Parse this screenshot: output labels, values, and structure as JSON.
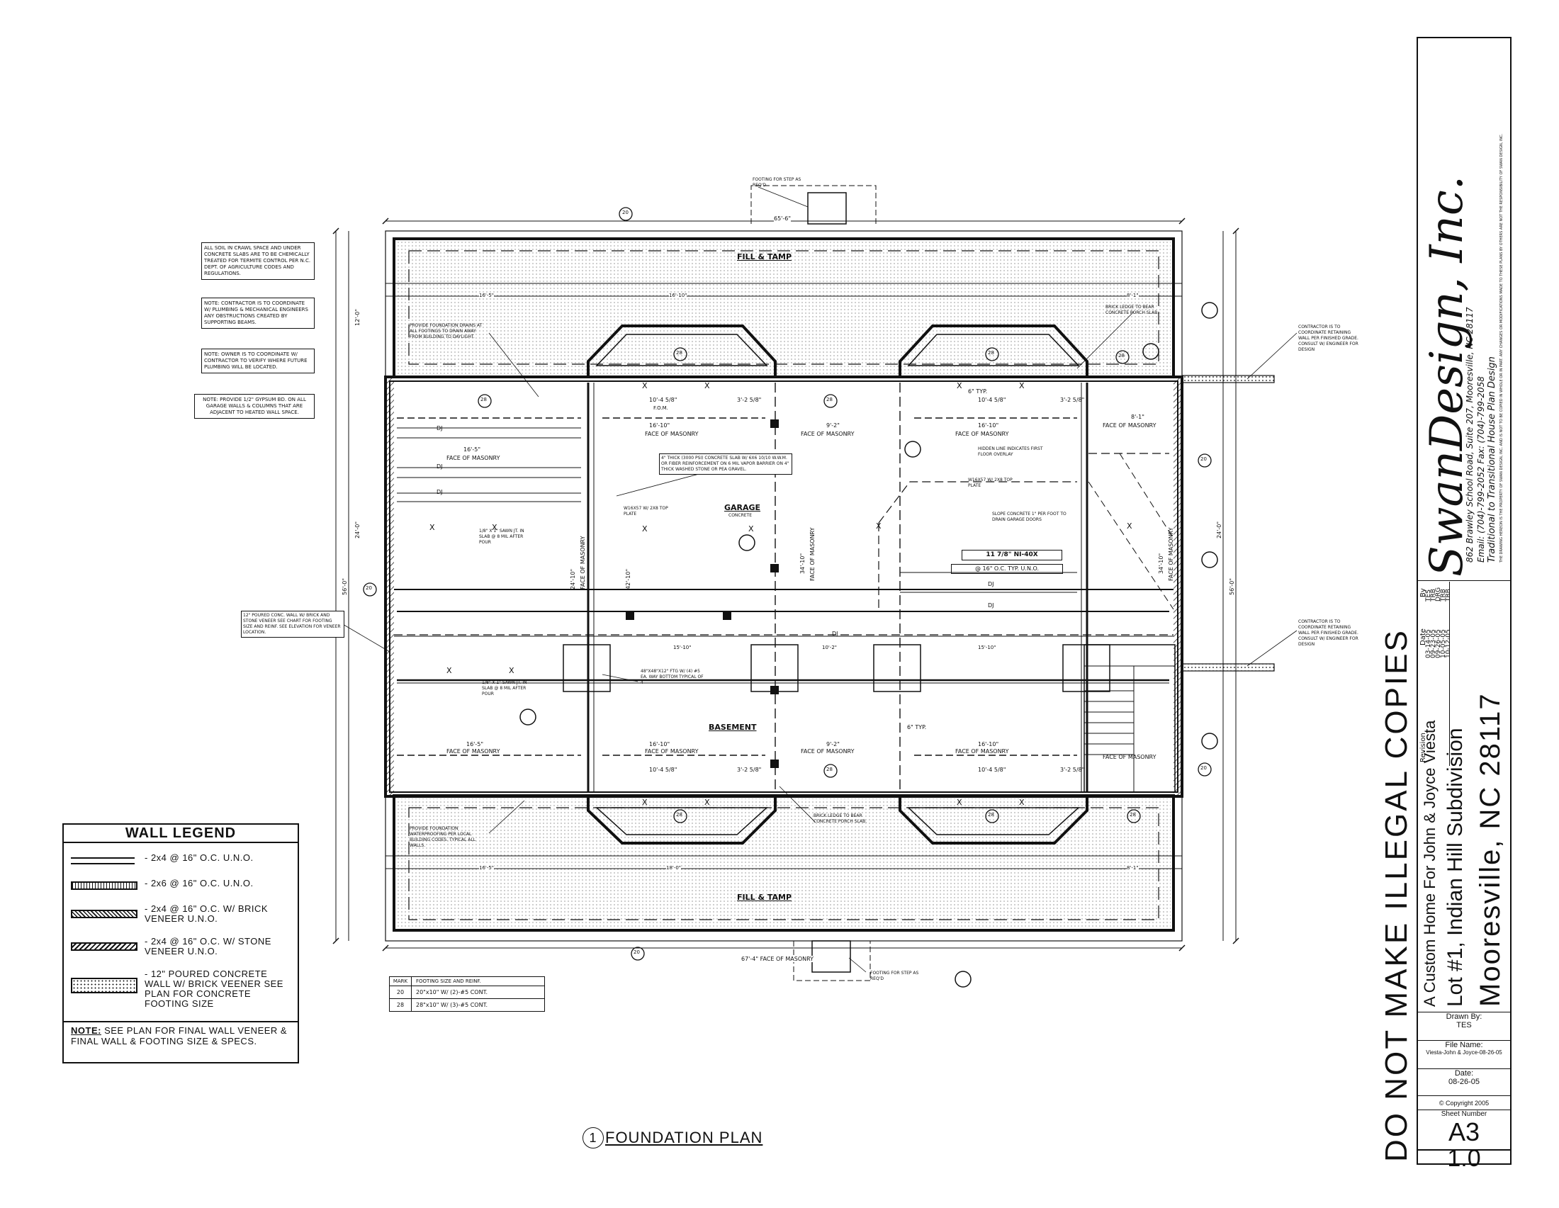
{
  "drawing": {
    "title_number": "1",
    "title_text": "FOUNDATION PLAN",
    "fill_tamp": "FILL & TAMP",
    "garage_label": "GARAGE",
    "garage_sub": "CONCRETE",
    "basement_label": "BASEMENT",
    "face_of_masonry": "FACE OF MASONRY",
    "top_dimension": "65'-6\"",
    "bottom_dimension": "67'-4\" FACE OF MASONRY",
    "overall_left": "56'-0\"",
    "overall_right": "56'-0\"",
    "dims": [
      "16'-5\"",
      "16'-10\"",
      "9'-2\"",
      "16'-10\"",
      "8'-1\"",
      "10'-4 5/8\"",
      "3'-2 5/8\"",
      "F.O.M.",
      "34'-10\"",
      "42'-10\"",
      "24'-10\"",
      "6\" TYP.",
      "15'-10\"",
      "10'-2\"",
      "18'-0\"",
      "12'-0\"",
      "24'-0\""
    ],
    "joist_label": "11 7/8\" NI-40X",
    "joist_spacing": "@ 16\" O.C. TYP. U.N.O.",
    "dj": "DJ",
    "x": "X",
    "top_plate_note": "W16x57 W/ 2x8 TOP PLATE",
    "mark_20": "20",
    "mark_28": "28",
    "notes_slab": "4\" THICK (3000 PSI) CONCRETE SLAB W/ 6x6 10/10 W.W.M. OR FIBER REINFORCEMENT ON 6 MIL VAPOR BARRIER ON 4\" THICK WASHED STONE OR PEA GRAVEL.",
    "note_drains": "PROVIDE FOUNDATION DRAINS AT ALL FOOTINGS TO DRAIN AWAY FROM BUILDING TO DAYLIGHT.",
    "note_brick_ledge": "BRICK LEDGE TO BEAR CONCRETE PORCH SLAB.",
    "note_hidden": "HIDDEN LINE INDICATES FIRST FLOOR OVERLAY",
    "note_slope": "SLOPE CONCRETE 1\" PER FOOT TO DRAIN GARAGE DOORS",
    "note_retaining_top": "CONTRACTOR IS TO COORDINATE RETAINING WALL PER FINISHED GRADE. CONSULT W/ ENGINEER FOR DESIGN",
    "note_retaining_bottom": "CONTRACTOR IS TO COORDINATE RETAINING WALL PER FINISHED GRADE. CONSULT W/ ENGINEER FOR DESIGN",
    "note_waterproof": "PROVIDE FOUNDATION WATERPROOFING PER LOCAL BUILDING CODES. TYPICAL ALL WALLS.",
    "note_footing_step_top": "FOOTING FOR STEP AS REQ'D",
    "note_footing_step_bottom": "FOOTING FOR STEP AS REQ'D",
    "note_poured_wall": "12\" POURED CONC. WALL W/ BRICK AND STONE VENEER SEE CHART FOR FOOTING SIZE AND REINF. SEE ELEVATION FOR VENEER LOCATION.",
    "note_ftg": "48\"x48\"x12\" FTG W/ (4) #5 EA. WAY BOTTOM TYPICAL OF 4",
    "note_sawn": "1/8\" x 1\" SAWN JT. IN SLAB @ 8 MIL AFTER POUR",
    "side_notes": [
      "ALL SOIL IN CRAWL SPACE AND UNDER CONCRETE SLABS ARE TO BE CHEMICALLY TREATED FOR TERMITE CONTROL PER N.C. DEPT. OF AGRICULTURE CODES AND REGULATIONS.",
      "NOTE: CONTRACTOR IS TO COORDINATE W/ PLUMBING & MECHANICAL ENGINEERS ANY OBSTRUCTIONS CREATED BY SUPPORTING BEAMS.",
      "NOTE: OWNER IS TO COORDINATE W/ CONTRACTOR TO VERIFY WHERE FUTURE PLUMBING WILL BE LOCATED.",
      "NOTE: PROVIDE 1/2\" GYPSUM BD. ON ALL GARAGE WALLS & COLUMNS THAT ARE ADJACENT TO HEATED WALL SPACE."
    ]
  },
  "legend": {
    "title": "WALL LEGEND",
    "items": [
      "- 2x4 @ 16\" O.C. U.N.O.",
      "- 2x6 @ 16\" O.C. U.N.O.",
      "- 2x4 @ 16\" O.C. W/ BRICK VENEER U.N.O.",
      "- 2x4 @ 16\" O.C. W/ STONE VENEER U.N.O.",
      "- 12\" POURED CONCRETE WALL W/ BRICK VEENER SEE PLAN FOR CONCRETE FOOTING SIZE"
    ],
    "note_label": "NOTE:",
    "note_text": " SEE PLAN FOR FINAL WALL VENEER & FINAL WALL & FOOTING SIZE & SPECS."
  },
  "footing_table": {
    "h_mark": "MARK",
    "h_size": "FOOTING SIZE AND REINF.",
    "rows": [
      {
        "mark": "20",
        "spec": "20\"x10\" W/ (2)-#5 CONT."
      },
      {
        "mark": "28",
        "spec": "28\"x10\" W/ (3)-#5 CONT."
      }
    ]
  },
  "warning": "DO NOT MAKE ILLEGAL COPIES",
  "title_block": {
    "company": "SwanDesign, Inc.",
    "address": "862 Brawley School Road, Suite 207, Mooresville, NC 28117",
    "phone": "Email: (704)-799-2052 Fax: (704)-799-2058",
    "tagline": "Traditional to Transitional House Plan Design",
    "copyright_fine": "THE DRAWING HEREON IS THE PROPERTY OF SWAN DESIGN, INC. AND IS NOT TO BE COPIED IN WHOLE OR IN PART. ANY CHANGES OR MODIFICATIONS MADE TO THESE PLANS BY OTHERS ARE NOT THE RESPONSIBILITY OF SWAN DESIGN, INC.",
    "project": "A Custom Home For John & Joyce Viesta",
    "lot": "Lot #1, Indian Hill Subdivision",
    "city": "Mooresville, NC 28117",
    "revisions_header": [
      "Revision",
      "Date",
      "By"
    ],
    "revisions": [
      {
        "date": "03-14-05",
        "by": "TES"
      },
      {
        "date": "09-23-05",
        "by": "TRB"
      },
      {
        "date": "09-26-05",
        "by": "DRG"
      },
      {
        "date": "10-05-05",
        "by": "TRB"
      },
      {
        "date": "10-12-05",
        "by": "TRB"
      }
    ],
    "drawn_by_label": "Drawn By:",
    "drawn_by": "TES",
    "file_name_label": "File Name:",
    "file_name": "Viesta-John & Joyce-08-26-05",
    "date_label": "Date:",
    "date": "08-26-05",
    "copyright": "© Copyright 2005",
    "sheet_number_label": "Sheet Number",
    "sheet_number": "A3",
    "sheet_version": "1.0"
  }
}
